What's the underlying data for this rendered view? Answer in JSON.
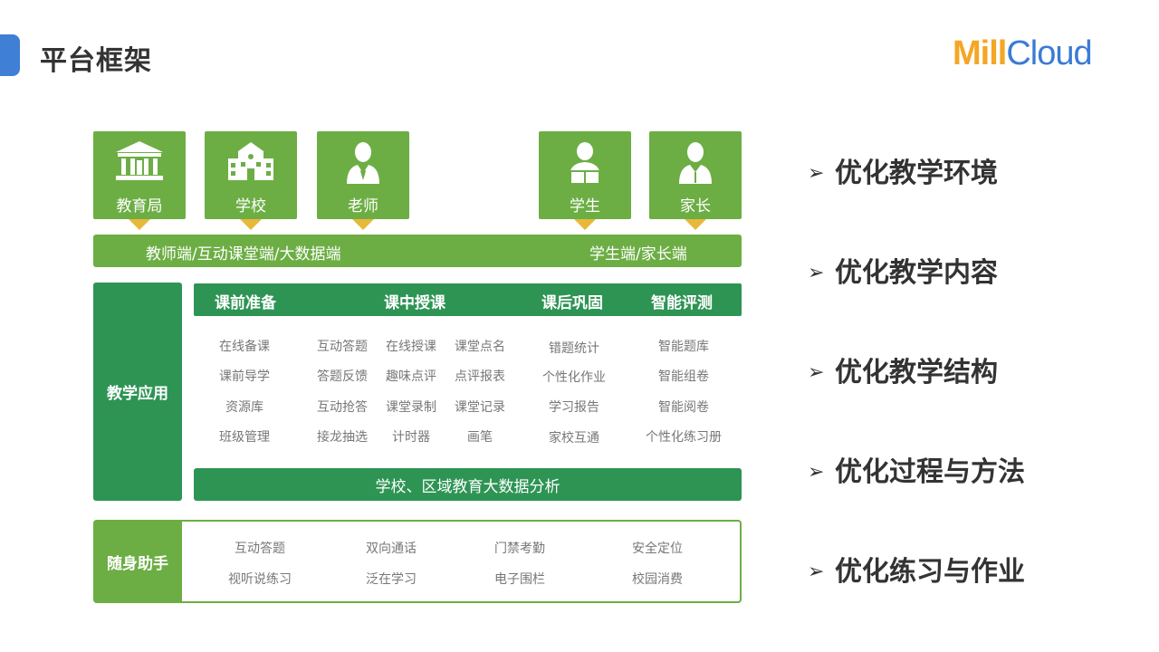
{
  "page": {
    "title": "平台框架"
  },
  "logo": {
    "part1": "Mill",
    "part2": "Cloud"
  },
  "roles": [
    {
      "label": "教育局",
      "icon": "government-building-icon"
    },
    {
      "label": "学校",
      "icon": "school-building-icon"
    },
    {
      "label": "老师",
      "icon": "teacher-icon"
    },
    {
      "label": "学生",
      "icon": "student-icon"
    },
    {
      "label": "家长",
      "icon": "parent-icon"
    }
  ],
  "ends": {
    "left": "教师端/互动课堂端/大数据端",
    "right": "学生端/家长端"
  },
  "teaching_app": {
    "label": "教学应用",
    "categories": [
      "课前准备",
      "课中授课",
      "课后巩固",
      "智能评测"
    ],
    "columns": [
      [
        "在线备课",
        "课前导学",
        "资源库",
        "班级管理"
      ],
      [
        "互动答题",
        "答题反馈",
        "互动抢答",
        "接龙抽选"
      ],
      [
        "在线授课",
        "趣味点评",
        "课堂录制",
        "计时器"
      ],
      [
        "课堂点名",
        "点评报表",
        "课堂记录",
        "画笔"
      ],
      [
        "错题统计",
        "个性化作业",
        "学习报告",
        "家校互通"
      ],
      [
        "智能题库",
        "智能组卷",
        "智能阅卷",
        "个性化练习册"
      ]
    ],
    "analysis": "学校、区域教育大数据分析"
  },
  "assistant": {
    "label": "随身助手",
    "columns": [
      [
        "互动答题",
        "视听说练习"
      ],
      [
        "双向通话",
        "泛在学习"
      ],
      [
        "门禁考勤",
        "电子围栏"
      ],
      [
        "安全定位",
        "校园消费"
      ]
    ]
  },
  "benefits": [
    "优化教学环境",
    "优化教学内容",
    "优化教学结构",
    "优化过程与方法",
    "优化练习与作业"
  ],
  "colors": {
    "role_green": "#6cae44",
    "dark_green": "#2e9454",
    "arrow_gold": "#e8b83a",
    "accent_blue": "#3f7fd6",
    "logo_orange": "#f5a623",
    "logo_blue": "#3a7bd5"
  }
}
